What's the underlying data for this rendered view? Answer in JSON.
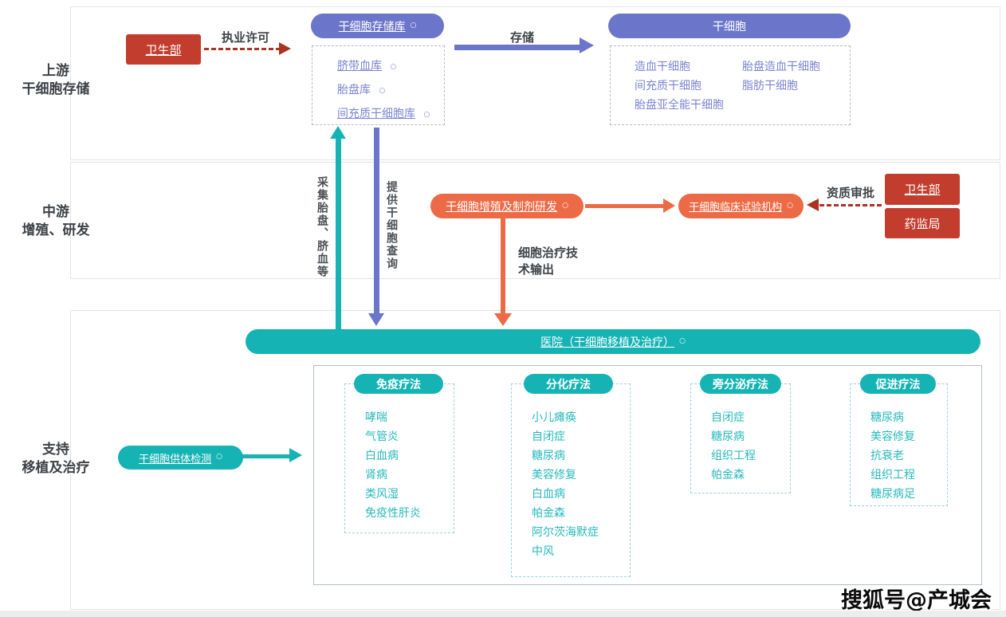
{
  "circle_suffix": "○",
  "watermark": "搜狐号@产城会",
  "colors": {
    "indigo": "#6b76cb",
    "red": "#c23d2d",
    "dark_red": "#aa3322",
    "orange": "#ec6a45",
    "teal": "#16b3b4",
    "purple_text": "#7b85d0",
    "teal_text": "#27b9bc"
  },
  "upstream": {
    "label_line1": "上游",
    "label_line2": "干细胞存储",
    "health_ministry": "卫生部",
    "license_label": "执业许可",
    "storage_pill": "干细胞存储库",
    "bank_items": [
      {
        "text": "脐带血库"
      },
      {
        "text": "胎盘库"
      },
      {
        "text": "间充质干细胞库"
      }
    ],
    "store_label": "存储",
    "stemcell_pill": "干细胞",
    "stemcell_col1": [
      "造血干细胞",
      "间充质干细胞",
      "胎盘亚全能干细胞"
    ],
    "stemcell_col2": [
      "胎盘造血干细胞",
      "脂肪干细胞"
    ]
  },
  "midstream": {
    "label_line1": "中游",
    "label_line2": "增殖、研发",
    "collect_label": "采集胎盘、脐血等",
    "provide_label": "提供干细胞查询",
    "rnd_pill": "干细胞增殖及制剂研发",
    "clinical_pill": "干细胞临床试验机构",
    "qualification_label": "资质审批",
    "health_ministry": "卫生部",
    "drug_admin": "药监局",
    "output_label": "细胞治疗技\n术输出"
  },
  "support": {
    "label_line1": "支持",
    "label_line2": "移植及治疗",
    "hospital_banner": "医院（干细胞移植及治疗）",
    "donor_pill": "干细胞供体检测",
    "therapies": [
      {
        "name": "免疫疗法",
        "items": [
          "哮喘",
          "气管炎",
          "白血病",
          "肾病",
          "类风湿",
          "免疫性肝炎"
        ]
      },
      {
        "name": "分化疗法",
        "items": [
          "小儿瘫痪",
          "自闭症",
          "糖尿病",
          "美容修复",
          "白血病",
          "帕金森",
          "阿尔茨海默症",
          "中风"
        ]
      },
      {
        "name": "旁分泌疗法",
        "items": [
          "自闭症",
          "糖尿病",
          "组织工程",
          "帕金森"
        ]
      },
      {
        "name": "促进疗法",
        "items": [
          "糖尿病",
          "美容修复",
          "抗衰老",
          "组织工程",
          "糖尿病足"
        ]
      }
    ]
  }
}
